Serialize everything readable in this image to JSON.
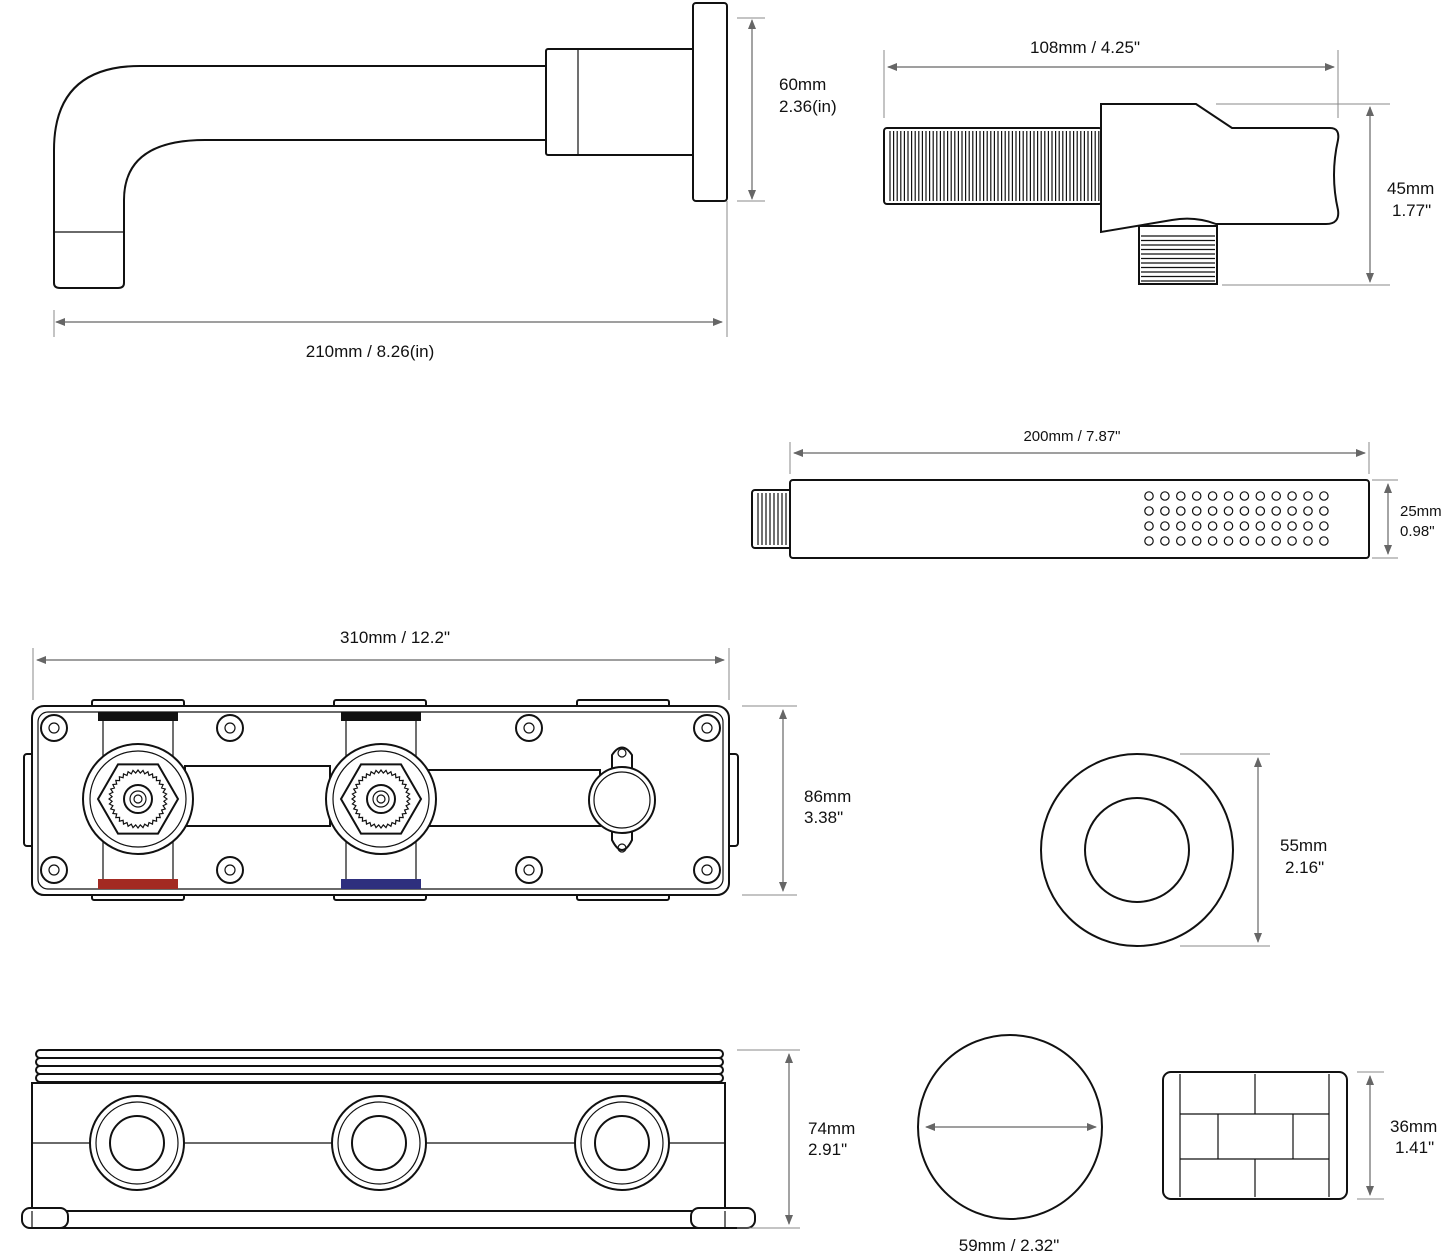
{
  "spout": {
    "length_label": "210mm / 8.26(in)",
    "height_mm": "60mm",
    "height_in": "2.36(in)"
  },
  "holder": {
    "length_label": "108mm / 4.25\"",
    "height_mm": "45mm",
    "height_in": "1.77\""
  },
  "handshower": {
    "length_label": "200mm / 7.87\"",
    "height_mm": "25mm",
    "height_in": "0.98\""
  },
  "valve_front": {
    "length_label": "310mm / 12.2\"",
    "height_mm": "86mm",
    "height_in": "3.38\""
  },
  "escutcheon": {
    "diameter_mm": "55mm",
    "diameter_in": "2.16\""
  },
  "valve_top": {
    "height_mm": "74mm",
    "height_in": "2.91\""
  },
  "handle_disc": {
    "diameter_label": "59mm / 2.32\""
  },
  "handle_side": {
    "height_mm": "36mm",
    "height_in": "1.41\""
  },
  "colors": {
    "hot": "#a32a22",
    "cold": "#2e2f7e",
    "seal": "#111111"
  }
}
